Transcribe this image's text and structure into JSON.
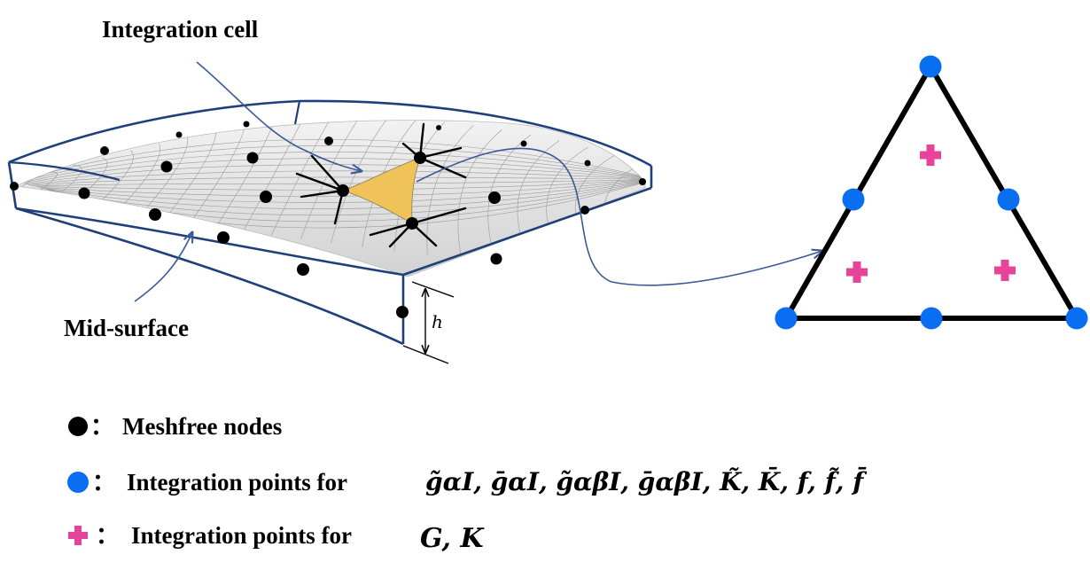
{
  "labels": {
    "integration_cell": "Integration cell",
    "mid_surface": "Mid-surface",
    "thickness": "h"
  },
  "legend": {
    "colon": "：",
    "meshfree_nodes": "Meshfree nodes",
    "blue_points": "Integration points for",
    "blue_points_terms": [
      "g̃αI",
      "ḡαI",
      "g̃αβI",
      "ḡαβI",
      "K̃",
      "K̄",
      "f",
      "f̃",
      "f̄"
    ],
    "pink_points": "Integration points for",
    "pink_points_terms": [
      "G",
      "K"
    ]
  },
  "colors": {
    "shell_outline": "#1f3f7a",
    "connector": "#3a5a95",
    "cell_fill": "#f0c35a",
    "node": "#000000",
    "blue_point": "#0a6ef0",
    "pink_point": "#e8439a",
    "triangle": "#000000"
  }
}
